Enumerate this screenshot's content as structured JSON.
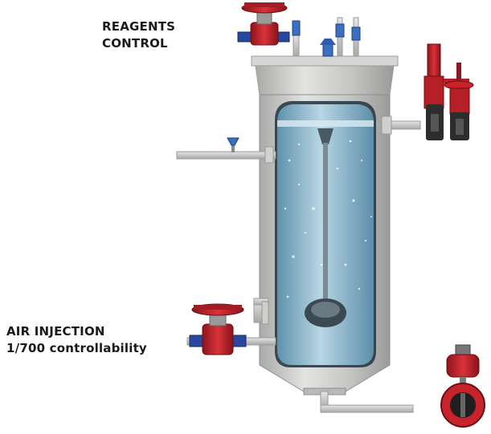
{
  "labels": {
    "reagents_line1": "REAGENTS",
    "reagents_line2": "CONTROL",
    "air_line1": "AIR INJECTION",
    "air_line2": "1/700 controllability"
  },
  "colors": {
    "vessel": "#c7c8c6",
    "vessel_shadow": "#9fa09e",
    "liquid": "#7fb3cc",
    "liquid_dark": "#4f86a3",
    "valve_red": "#c8222b",
    "valve_dark": "#7a1016",
    "actuator_blue": "#27489e",
    "pipe": "#cfd0ce"
  },
  "icons": [
    "reagent-control-valve-icon",
    "knife-gate-valve-icon",
    "air-injection-valve-icon",
    "butterfly-valve-icon",
    "agitator-icon",
    "level-sensor-icon"
  ]
}
